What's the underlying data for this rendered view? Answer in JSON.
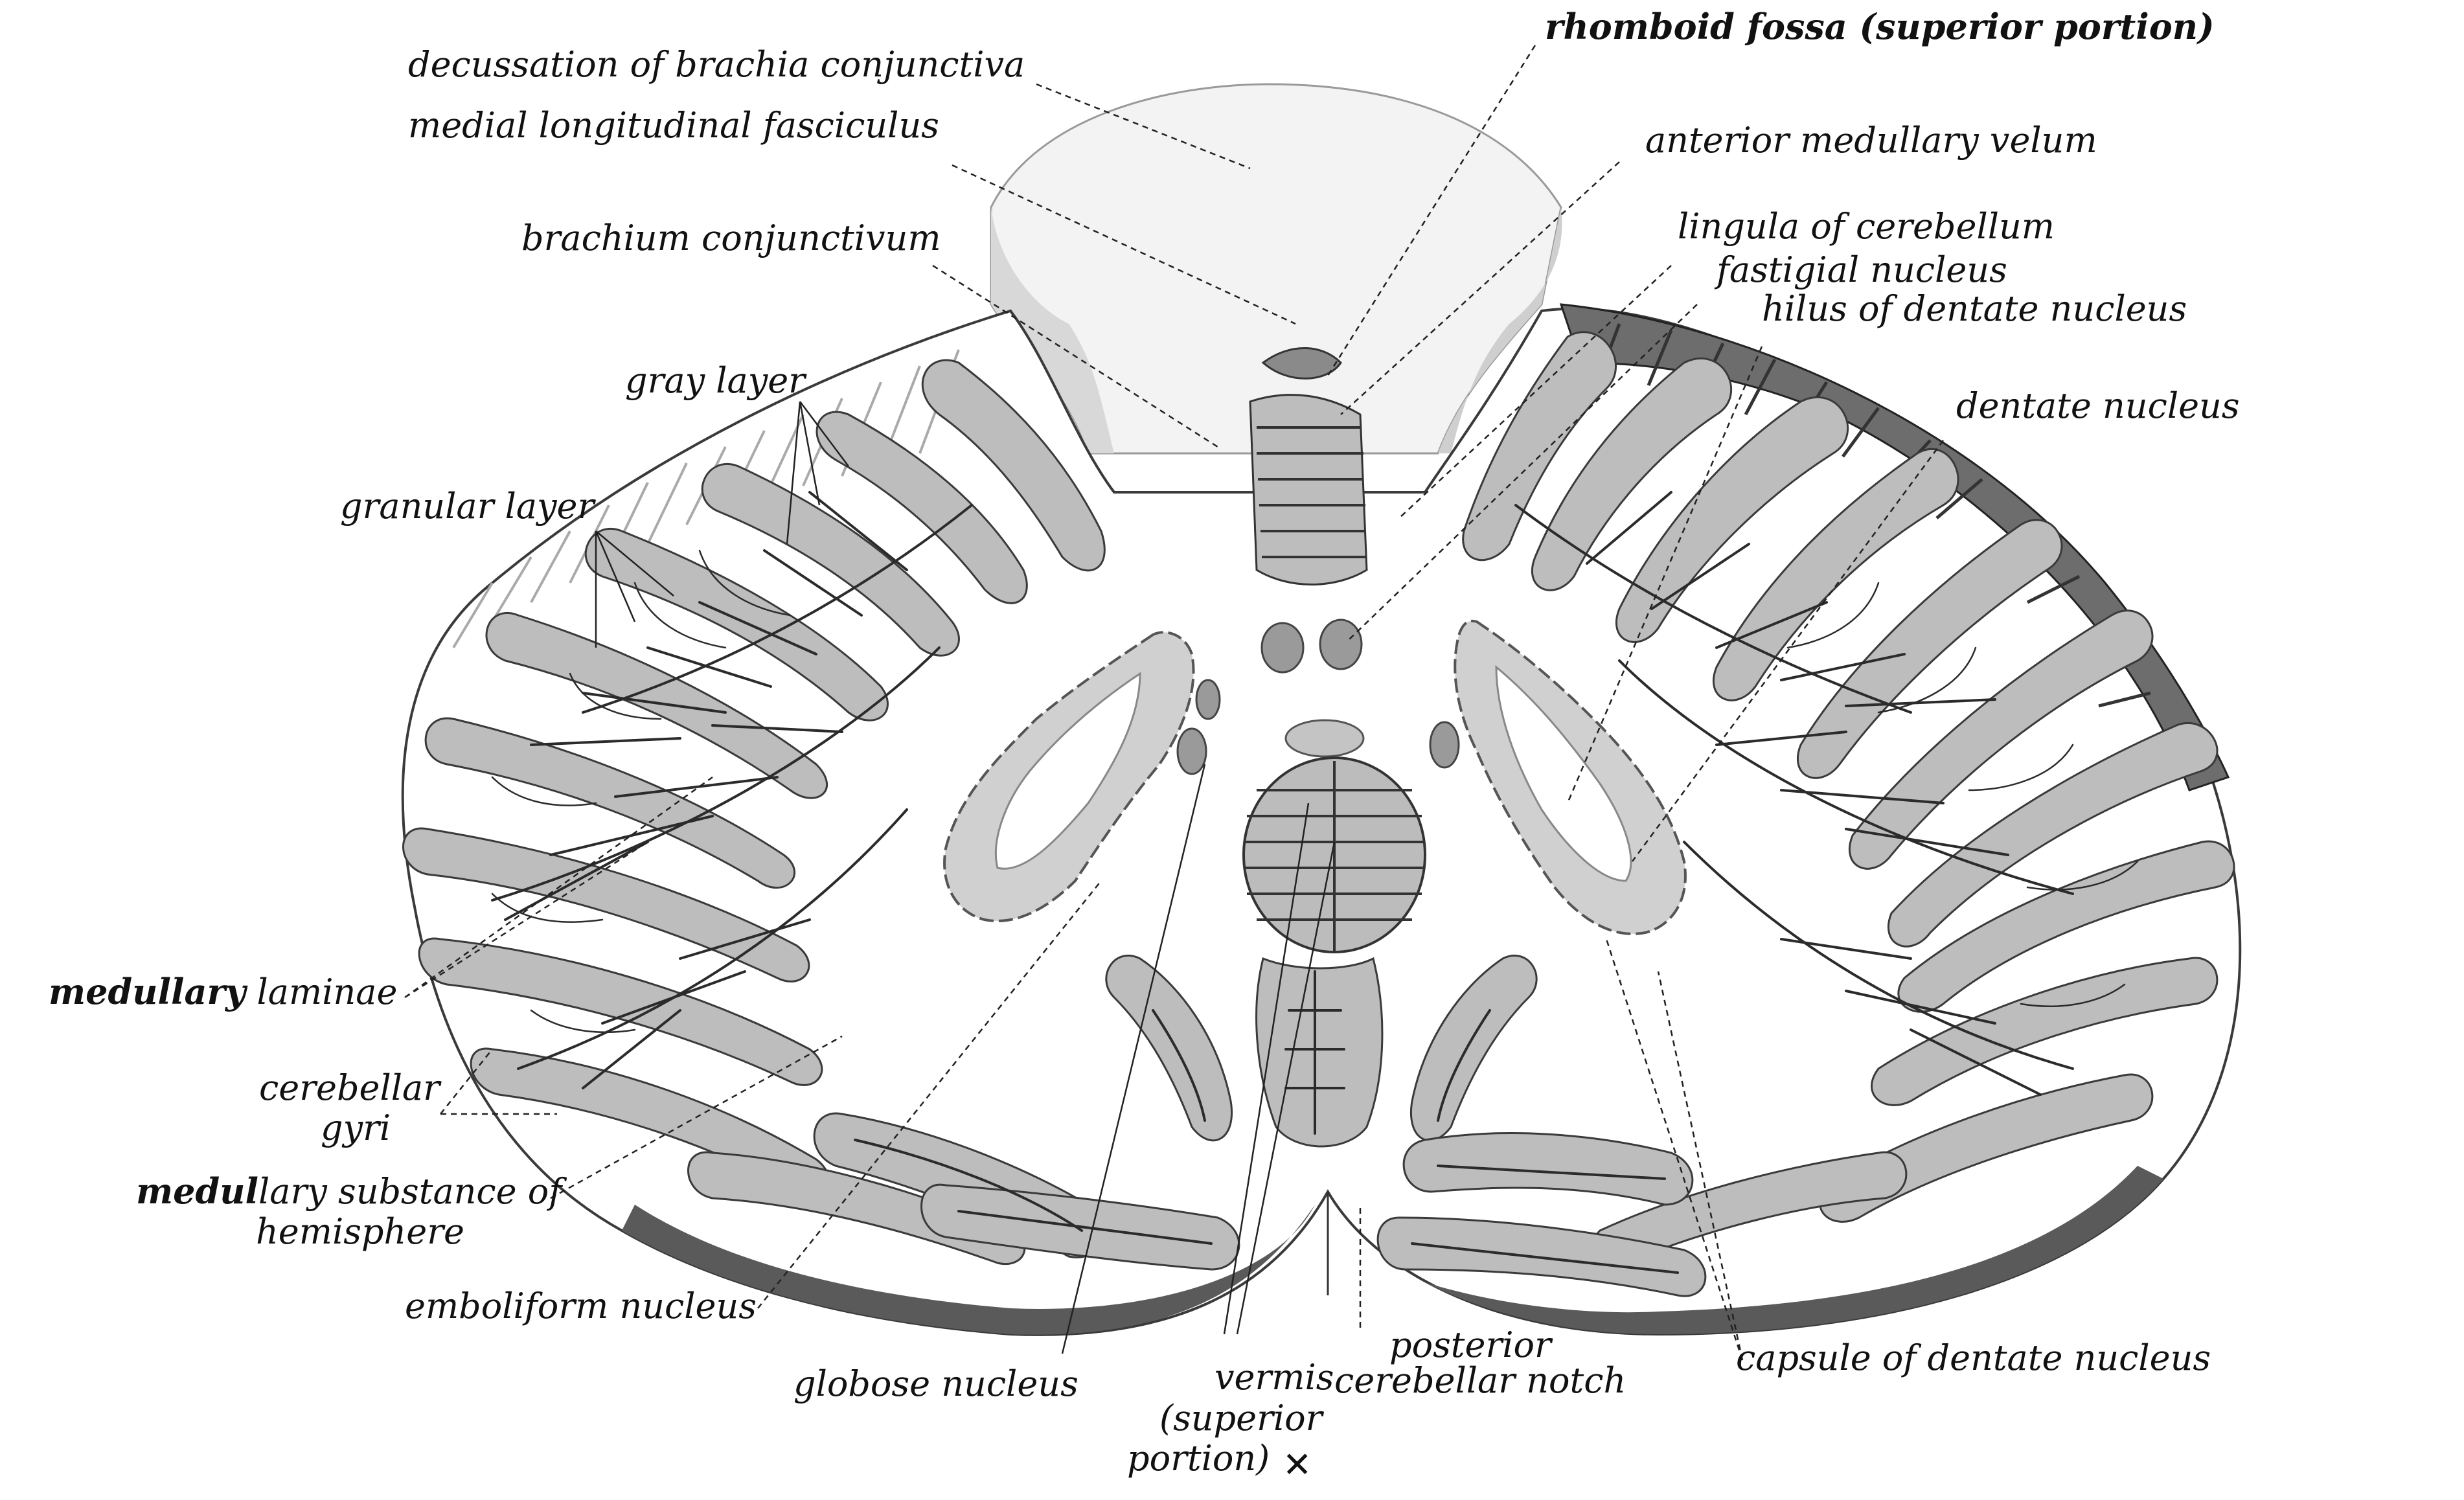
{
  "labels": {
    "decussation": "decussation of brachia conjunctiva",
    "mlf": "medial longitudinal fasciculus",
    "brachium": "brachium conjunctivum",
    "gray_layer": "gray layer",
    "granular_layer": "granular layer",
    "medullary_bold": "medullary",
    "laminae": " laminae",
    "cerebellar": "cerebellar",
    "gyri": "gyri",
    "medsub_bold": "medul",
    "medsub_rest": "lary substance of",
    "hemisphere": "hemisphere",
    "emboliform": "emboliform nucleus",
    "globose": "globose nucleus",
    "vermis_1": "vermis",
    "vermis_2": "(superior",
    "vermis_3": "portion)",
    "x_mark": "✕",
    "posterior_1": "posterior",
    "posterior_2": "cerebellar notch",
    "capsule": "capsule of dentate nucleus",
    "rhomboid": "rhomboid fossa (superior portion)",
    "anterior_velum": "anterior medullary velum",
    "lingula": "lingula of cerebellum",
    "fastigial": "fastigial nucleus",
    "hilus": "hilus of dentate nucleus",
    "dentate": "dentate nucleus"
  },
  "colors": {
    "cortex": "#bdbdbd",
    "outline": "#2b2b2b",
    "white_matter": "#f7f7f7"
  }
}
